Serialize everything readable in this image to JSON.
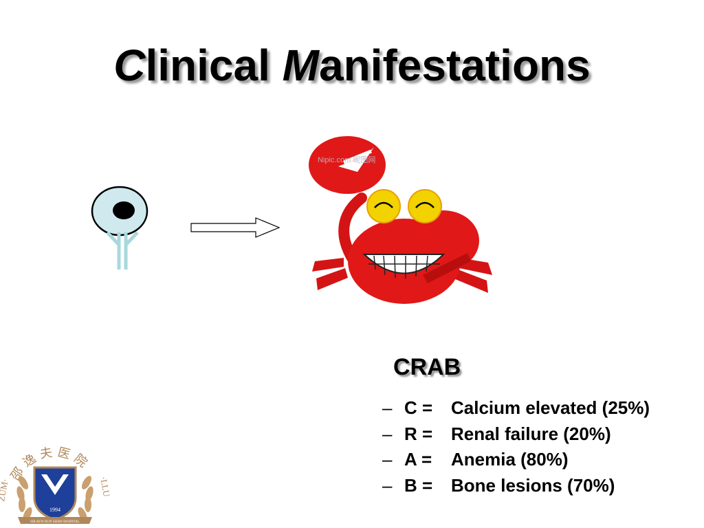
{
  "slide": {
    "title": {
      "first_cap": "C",
      "first_rest": "linical ",
      "second_cap": "M",
      "second_rest": "anifestations"
    },
    "crab_watermark": "Nipic.com 昵图网",
    "crab_heading": "CRAB",
    "crab_items": [
      {
        "dash": "–",
        "key": "C =",
        "desc": "Calcium elevated (25%)"
      },
      {
        "dash": "–",
        "key": "R =",
        "desc": "Renal failure (20%)"
      },
      {
        "dash": "–",
        "key": "A =",
        "desc": "Anemia (80%)"
      },
      {
        "dash": "–",
        "key": "B =",
        "desc": "Bone lesions (70%)"
      }
    ],
    "logo": {
      "arc_text": "邵逸夫医院",
      "left_text": "ZUM·",
      "right_text": "·LLU",
      "year": "1994",
      "ribbon": "SIR RUN RUN SHAW HOSPITAL"
    }
  },
  "colors": {
    "cell_fill": "#cfe9ef",
    "antibody": "#a8d8de",
    "crab_red": "#e01818",
    "crab_eye": "#f2d200",
    "logo_blue": "#1e3f9a",
    "logo_gold": "#b0875a"
  }
}
